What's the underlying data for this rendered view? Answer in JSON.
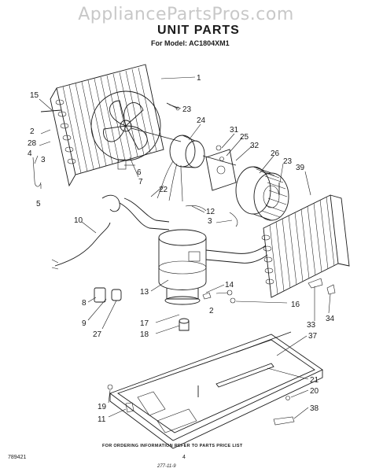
{
  "watermark": "AppliancePartsPros.com",
  "title": "UNIT PARTS",
  "model": "For Model: AC1804XM1",
  "footer_note": "FOR ORDERING INFORMATION REFER TO PARTS PRICE LIST",
  "doc_number": "789421",
  "page_number": "4",
  "stamp": "277-11-9",
  "callouts": {
    "c1": "1",
    "c2a": "2",
    "c2b": "2",
    "c3a": "3",
    "c3b": "3",
    "c4": "4",
    "c5": "5",
    "c6": "6",
    "c7": "7",
    "c8": "8",
    "c9": "9",
    "c10": "10",
    "c11": "11",
    "c12": "12",
    "c13": "13",
    "c14": "14",
    "c15": "15",
    "c16": "16",
    "c17": "17",
    "c18": "18",
    "c19": "19",
    "c20": "20",
    "c21": "21",
    "c22": "22",
    "c23a": "23",
    "c23b": "23",
    "c24": "24",
    "c25": "25",
    "c26": "26",
    "c27": "27",
    "c28": "28",
    "c31": "31",
    "c32": "32",
    "c33": "33",
    "c34": "34",
    "c37": "37",
    "c38": "38",
    "c39": "39"
  }
}
